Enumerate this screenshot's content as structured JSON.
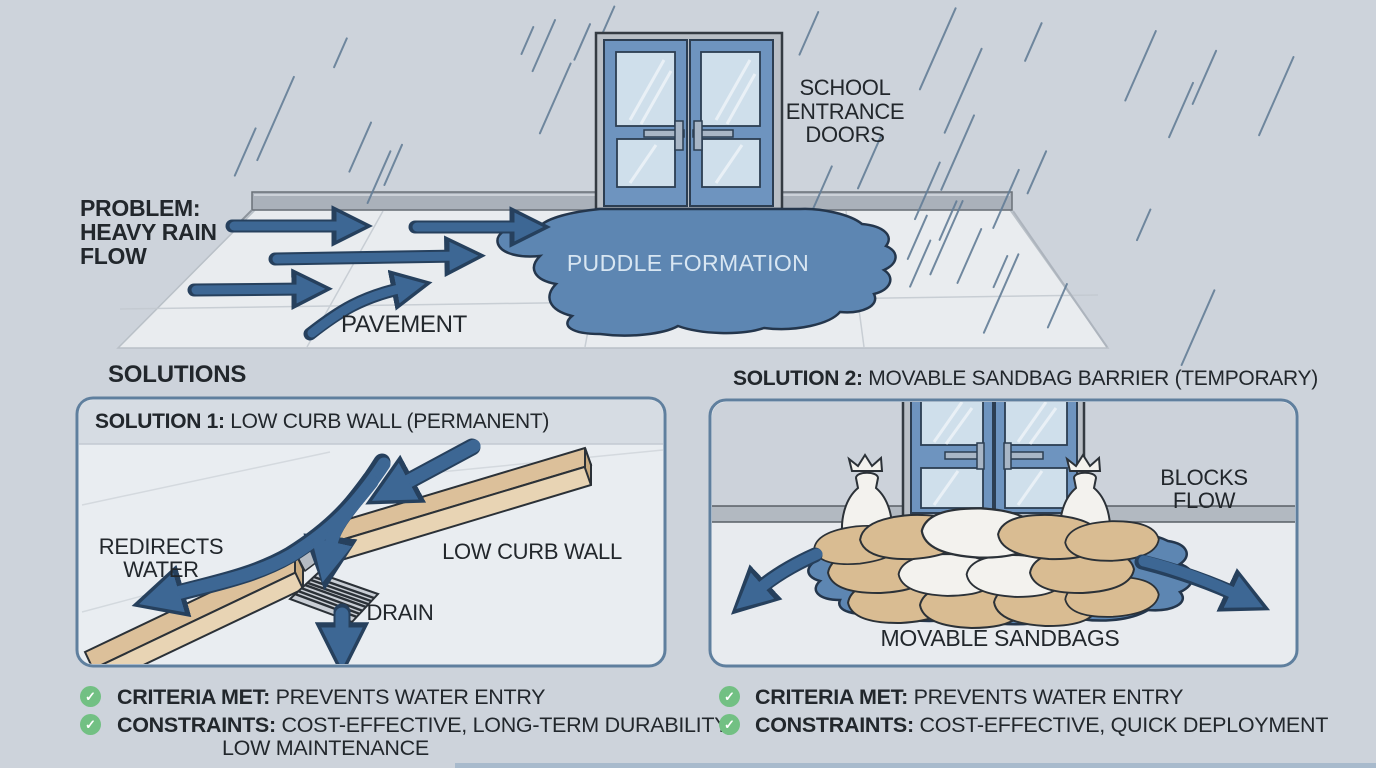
{
  "scene": {
    "problem_label": [
      "PROBLEM:",
      "HEAVY RAIN",
      "FLOW"
    ],
    "door_label": [
      "SCHOOL",
      "ENTRANCE",
      "DOORS"
    ],
    "puddle_label": "PUDDLE FORMATION",
    "pavement_label": "PAVEMENT"
  },
  "solutions": {
    "heading": "SOLUTIONS",
    "panel1": {
      "title_bold": "SOLUTION 1:",
      "title_rest": " LOW CURB WALL (PERMANENT)",
      "redirects_label": [
        "REDIRECTS",
        "WATER"
      ],
      "curb_label": "LOW CURB WALL",
      "drain_label": "DRAIN",
      "criteria_bold": "CRITERIA MET:",
      "criteria_rest": " PREVENTS WATER ENTRY",
      "constraints_bold": "CONSTRAINTS:",
      "constraints_rest": " COST-EFFECTIVE, LONG-TERM DURABILITY,",
      "constraints_line2": "LOW MAINTENANCE"
    },
    "panel2": {
      "title_bold": "SOLUTION 2:",
      "title_rest": " MOVABLE SANDBAG BARRIER (TEMPORARY)",
      "blocks_label": [
        "BLOCKS",
        "FLOW"
      ],
      "sandbags_label": "MOVABLE SANDBAGS",
      "criteria_bold": "CRITERIA MET:",
      "criteria_rest": " PREVENTS WATER ENTRY",
      "constraints_bold": "CONSTRAINTS:",
      "constraints_rest": " COST-EFFECTIVE, QUICK DEPLOYMENT"
    }
  },
  "colors": {
    "wall": "#cdd3db",
    "floor": "#e9ecef",
    "rain": "#647e97",
    "door_blue": "#6e94bf",
    "glass": "#cfdfeb",
    "puddle_blue": "#5d86b2",
    "arrow_blue": "#3d6794",
    "panel_border": "#5f7f9e",
    "curb_tan": "#dcc09a",
    "sandbag_tan": "#d9bc92",
    "check_green": "#72c083"
  }
}
